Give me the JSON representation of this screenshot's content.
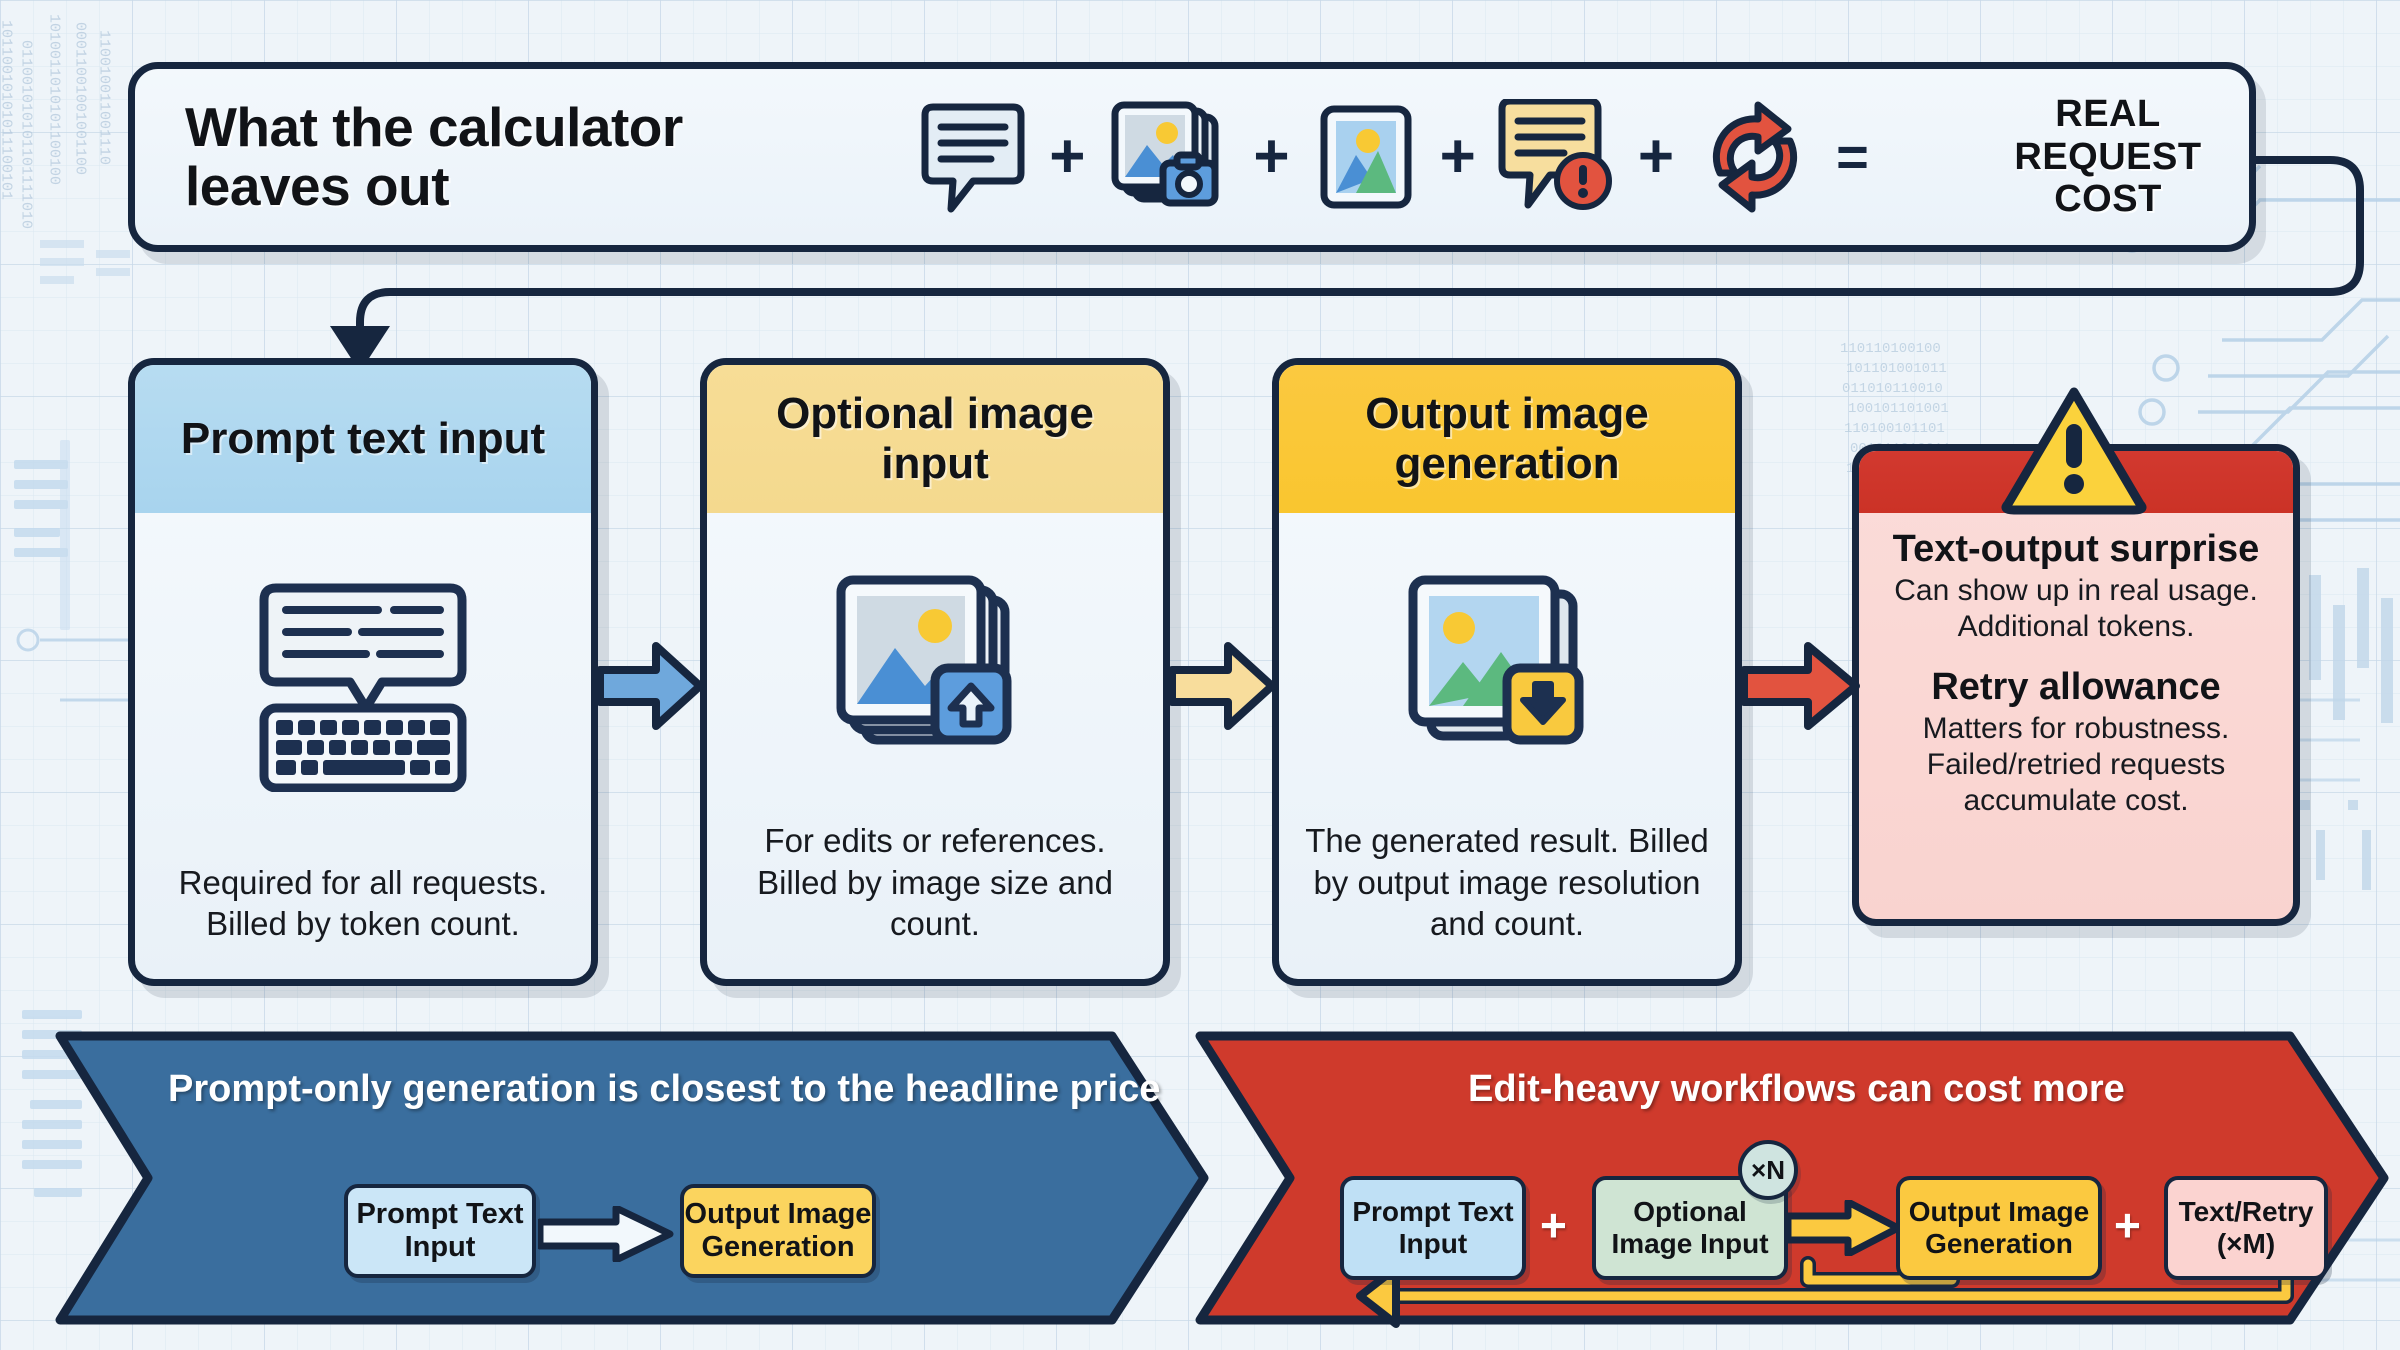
{
  "header": {
    "title": "What the calculator leaves out",
    "result": "REAL REQUEST COST",
    "plus": "+",
    "equals": "=",
    "icons": [
      {
        "name": "chat-bubble-icon",
        "label": "prompt text"
      },
      {
        "name": "image-stack-camera-icon",
        "label": "input images"
      },
      {
        "name": "image-output-icon",
        "label": "output image"
      },
      {
        "name": "chat-bubble-alert-icon",
        "label": "text output surprise"
      },
      {
        "name": "retry-loop-icon",
        "label": "retries"
      }
    ]
  },
  "cards": [
    {
      "title": "Prompt text input",
      "body": "Required for all requests. Billed by token count.",
      "icon": "chat-keyboard-icon",
      "header_color": "#a8d4ee"
    },
    {
      "title": "Optional image input",
      "body": "For edits or references. Billed by image size and count.",
      "icon": "image-upload-stack-icon",
      "header_color": "#f4d98e"
    },
    {
      "title": "Output image generation",
      "body": "The generated result. Billed by output image resolution and count.",
      "icon": "image-download-stack-icon",
      "header_color": "#f9c62f"
    }
  ],
  "warning_card": {
    "icon": "warning-triangle-icon",
    "header_color": "#cb3226",
    "sections": [
      {
        "title": "Text-output surprise",
        "lines": [
          "Can show up in real usage.",
          "Additional tokens."
        ]
      },
      {
        "title": "Retry allowance",
        "lines": [
          "Matters for robustness.",
          "Failed/retried requests",
          "accumulate cost."
        ]
      }
    ]
  },
  "flow_arrows": [
    {
      "name": "arrow-card1-to-card2",
      "color": "#6fa8dc"
    },
    {
      "name": "arrow-card2-to-card3",
      "color": "#f8dd9c"
    },
    {
      "name": "arrow-card3-to-warning",
      "color": "#e2533f"
    }
  ],
  "banners": [
    {
      "name": "prompt-only-banner",
      "label": "Prompt-only generation is closest to the headline price",
      "color": "#3a6e9e",
      "chips": [
        {
          "label": "Prompt Text Input",
          "color": "#cbe6f7"
        },
        {
          "label": "Output Image Generation",
          "color": "#fbd45e"
        }
      ],
      "connector": "arrow-right"
    },
    {
      "name": "edit-heavy-banner",
      "label": "Edit-heavy workflows can cost more",
      "color": "#cf3a2c",
      "chips": [
        {
          "label": "Prompt Text Input",
          "color": "#bfe0f5"
        },
        {
          "label": "Optional Image Input",
          "color": "#cfe4d3"
        },
        {
          "label": "Output Image Generation",
          "color": "#fbc940"
        },
        {
          "label": "Text/Retry (×M)",
          "color": "#fbd3d0"
        }
      ],
      "plus": "+",
      "multiplier_badge": "×N",
      "loop_color": "#fbc940"
    }
  ]
}
